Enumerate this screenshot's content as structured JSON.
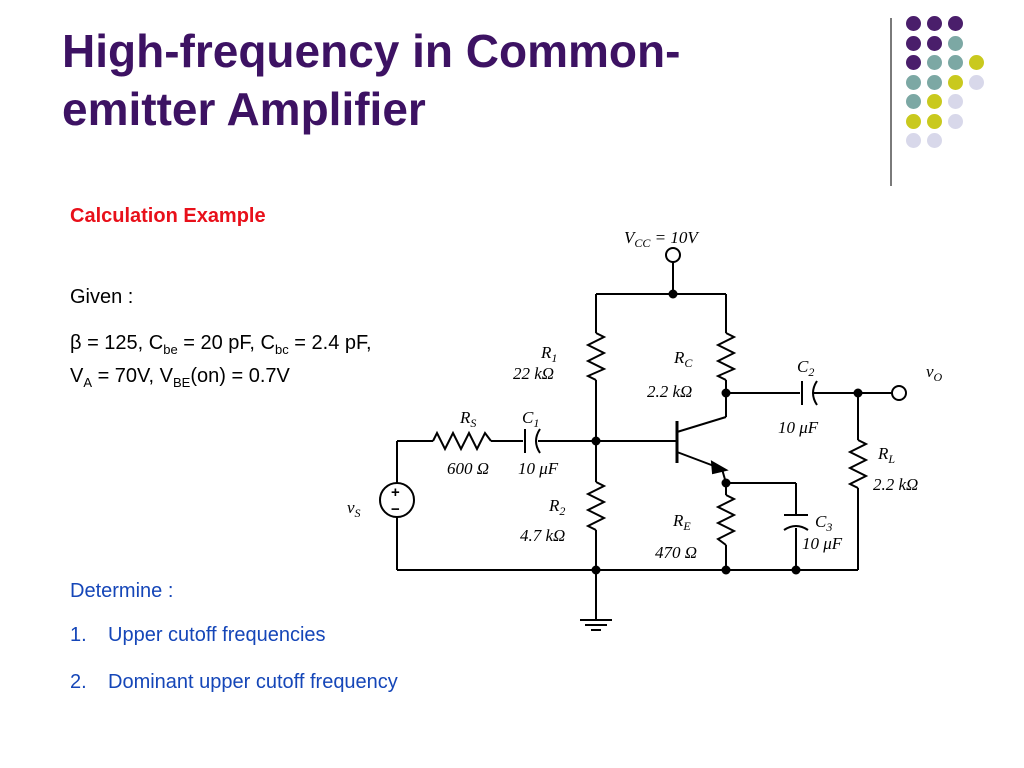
{
  "slide": {
    "title_line1": "High-frequency in Common-",
    "title_line2": "emitter Amplifier",
    "section_heading": "Calculation Example",
    "given_label": "Given :",
    "params": {
      "beta_symbol": "β",
      "beta_text": " = 125, C",
      "cbe_sub": "be",
      "cbe_text": " = 20 pF, C",
      "cbc_sub": "bc",
      "cbc_text": " = 2.4 pF,",
      "va_prefix": "V",
      "va_sub": "A",
      "va_text": " = 70V, V",
      "vbe_sub": "BE",
      "vbe_text": "(on) = 0.7V"
    },
    "determine_label": "Determine :",
    "determine_items": [
      {
        "num": "1.",
        "text": "Upper cutoff frequencies"
      },
      {
        "num": "2.",
        "text": "Dominant upper cutoff frequency"
      }
    ]
  },
  "circuit": {
    "vcc": {
      "symbol": "V",
      "sub": "CC",
      "value": " = 10V"
    },
    "vo": {
      "symbol": "v",
      "sub": "O"
    },
    "vs": {
      "symbol": "v",
      "sub": "S"
    },
    "r1": {
      "symbol": "R",
      "sub": "1",
      "value": "22 kΩ"
    },
    "r2": {
      "symbol": "R",
      "sub": "2",
      "value": "4.7 kΩ"
    },
    "rc": {
      "symbol": "R",
      "sub": "C",
      "value": "2.2 kΩ"
    },
    "re": {
      "symbol": "R",
      "sub": "E",
      "value": "470 Ω"
    },
    "rs": {
      "symbol": "R",
      "sub": "S",
      "value": "600 Ω"
    },
    "rl": {
      "symbol": "R",
      "sub": "L",
      "value": "2.2 kΩ"
    },
    "c1": {
      "symbol": "C",
      "sub": "1",
      "value": "10 μF"
    },
    "c2": {
      "symbol": "C",
      "sub": "2",
      "value": "10 μF"
    },
    "c3": {
      "symbol": "C",
      "sub": "3",
      "value": "10 μF"
    },
    "source_plus": "+",
    "source_minus": "−"
  },
  "decoration": {
    "dot_colors": {
      "purple": "#4a1e6b",
      "teal": "#7ca8a4",
      "lime": "#c9c91e",
      "lavender": "#d8d8ea"
    },
    "dot_rows": [
      [
        "purple",
        "purple",
        "purple",
        ""
      ],
      [
        "purple",
        "purple",
        "teal",
        ""
      ],
      [
        "purple",
        "teal",
        "teal",
        "lime"
      ],
      [
        "teal",
        "teal",
        "lime",
        "lavender"
      ],
      [
        "teal",
        "lime",
        "lavender",
        ""
      ],
      [
        "lime",
        "lime",
        "lavender",
        ""
      ],
      [
        "lavender",
        "lavender",
        "",
        ""
      ]
    ]
  }
}
